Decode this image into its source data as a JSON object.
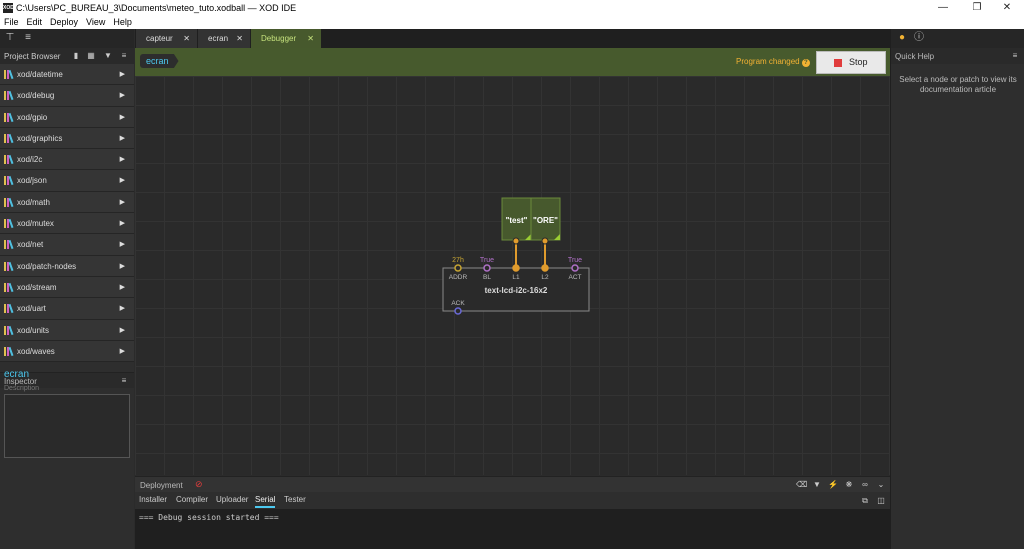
{
  "window": {
    "logo_text": "XOD",
    "title": "C:\\Users\\PC_BUREAU_3\\Documents\\meteo_tuto.xodball — XOD IDE"
  },
  "menu": [
    "File",
    "Edit",
    "Deploy",
    "View",
    "Help"
  ],
  "project_browser": {
    "title": "Project Browser",
    "items": [
      "xod/datetime",
      "xod/debug",
      "xod/gpio",
      "xod/graphics",
      "xod/i2c",
      "xod/json",
      "xod/math",
      "xod/mutex",
      "xod/net",
      "xod/patch-nodes",
      "xod/stream",
      "xod/uart",
      "xod/units",
      "xod/waves"
    ]
  },
  "inspector": {
    "title": "Inspector",
    "patch_name": "ecran",
    "description_label": "Description"
  },
  "tabs": [
    {
      "label": "capteur",
      "active": false
    },
    {
      "label": "ecran",
      "active": false
    },
    {
      "label": "Debugger",
      "active": true
    }
  ],
  "debugger": {
    "breadcrumb": "ecran",
    "program_changed": "Program changed",
    "stop_label": "Stop"
  },
  "nodes": {
    "const1": "\"test\"",
    "const2": "\"ORE\"",
    "main": {
      "name": "text-lcd-i2c-16x2",
      "pins": [
        {
          "label": "ADDR",
          "value": "27h"
        },
        {
          "label": "BL",
          "value": "True"
        },
        {
          "label": "L1",
          "value": ""
        },
        {
          "label": "L2",
          "value": ""
        },
        {
          "label": "ACT",
          "value": "True"
        }
      ],
      "output": "ACK"
    }
  },
  "deployment": {
    "title": "Deployment",
    "tabs": [
      "Installer",
      "Compiler",
      "Uploader",
      "Serial",
      "Tester"
    ],
    "active_tab": "Serial",
    "console": "=== Debug session started ==="
  },
  "quick_help": {
    "title": "Quick Help",
    "text": "Select a node or patch to view its documentation article"
  },
  "colors": {
    "accent": "#4cc9f0",
    "debugger_green": "#475a2d",
    "warning": "#f2b233",
    "stop_red": "#e03c3c",
    "link_orange": "#e09b2d"
  }
}
